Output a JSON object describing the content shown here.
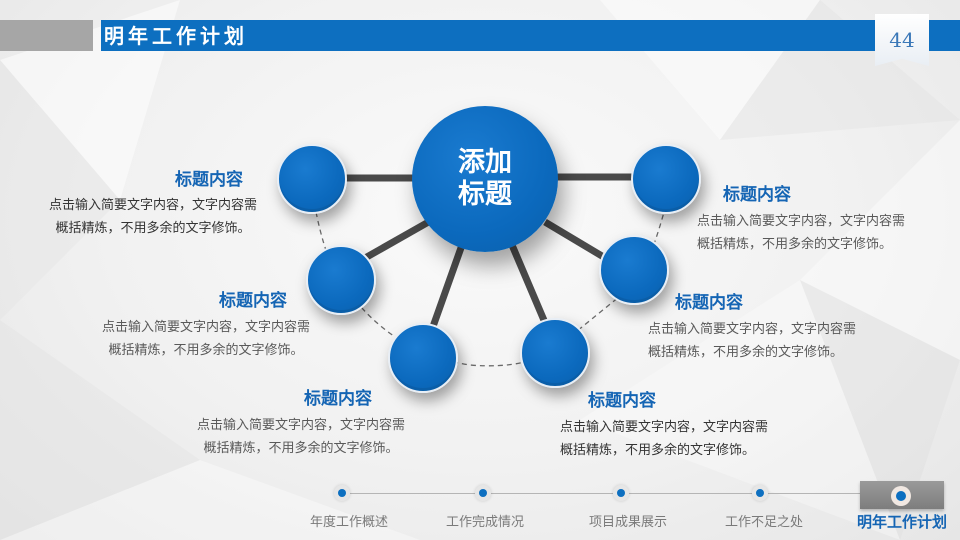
{
  "header": {
    "title": "明年工作计划",
    "page_number": "44"
  },
  "colors": {
    "accent_blue": "#0d6fc0",
    "title_blue": "#1565b4",
    "header_gray": "#a6a6a6",
    "connector": "#4a4a4a"
  },
  "diagram": {
    "center": {
      "line1": "添加",
      "line2": "标题"
    },
    "items": [
      {
        "title": "标题内容",
        "desc_line1": "点击输入简要文字内容，文字内容需",
        "desc_line2": "概括精炼，不用多余的文字修饰。"
      },
      {
        "title": "标题内容",
        "desc_line1": "点击输入简要文字内容，文字内容需",
        "desc_line2": "概括精炼，不用多余的文字修饰。"
      },
      {
        "title": "标题内容",
        "desc_line1": "点击输入简要文字内容，文字内容需",
        "desc_line2": "概括精炼，不用多余的文字修饰。"
      },
      {
        "title": "标题内容",
        "desc_line1": "点击输入简要文字内容，文字内容需",
        "desc_line2": "概括精炼，不用多余的文字修饰。"
      },
      {
        "title": "标题内容",
        "desc_line1": "点击输入简要文字内容，文字内容需",
        "desc_line2": "概括精炼，不用多余的文字修饰。"
      },
      {
        "title": "标题内容",
        "desc_line1": "点击输入简要文字内容，文字内容需",
        "desc_line2": "概括精炼，不用多余的文字修饰。"
      }
    ]
  },
  "nav": {
    "items": [
      {
        "label": "年度工作概述"
      },
      {
        "label": "工作完成情况"
      },
      {
        "label": "项目成果展示"
      },
      {
        "label": "工作不足之处"
      },
      {
        "label": "明年工作计划",
        "active": true
      }
    ]
  }
}
